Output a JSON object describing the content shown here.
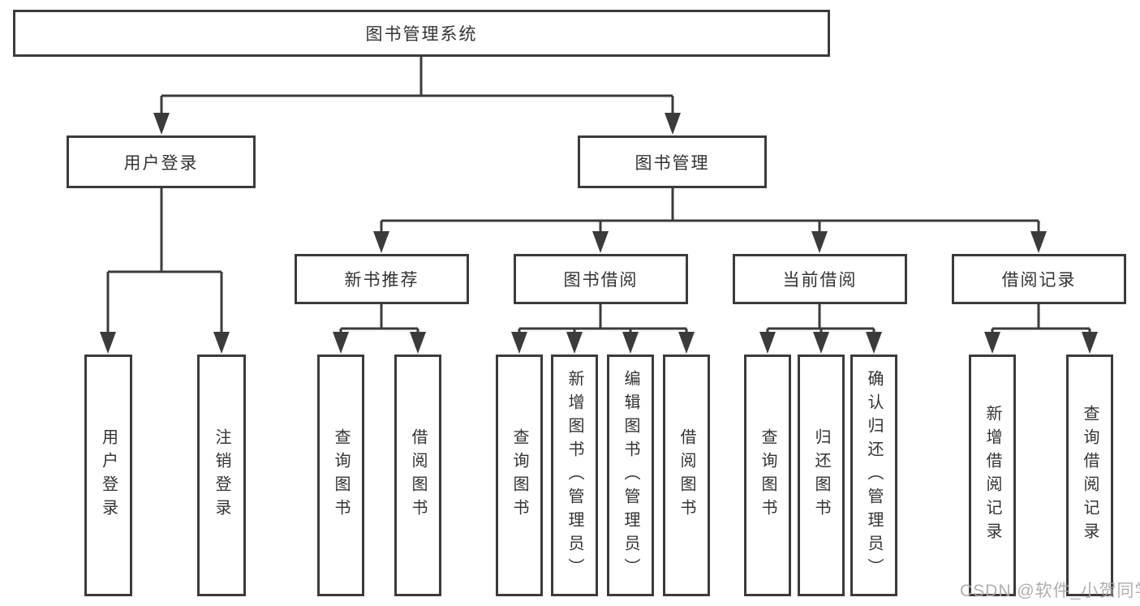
{
  "diagram": {
    "title": "图书管理系统",
    "level2": {
      "user_login": "用户登录",
      "book_management": "图书管理"
    },
    "level3": {
      "new_book_recommend": "新书推荐",
      "book_borrowing": "图书借阅",
      "current_borrowing": "当前借阅",
      "borrowing_records": "借阅记录"
    },
    "leaves": {
      "user_login": [
        "用户登录",
        "注销登录"
      ],
      "new_book_recommend": [
        "查询图书",
        "借阅图书"
      ],
      "book_borrowing": [
        "查询图书",
        "新增图书（管理员）",
        "编辑图书（管理员）",
        "借阅图书"
      ],
      "current_borrowing": [
        "查询图书",
        "归还图书",
        "确认归还（管理员）"
      ],
      "borrowing_records": [
        "新增借阅记录",
        "查询借阅记录"
      ]
    },
    "colors": {
      "line": "#3b3b3b",
      "text": "#333333",
      "watermark": "#a8a8a8"
    }
  },
  "watermark": {
    "text": "CSDN @软件_小贺同学"
  }
}
